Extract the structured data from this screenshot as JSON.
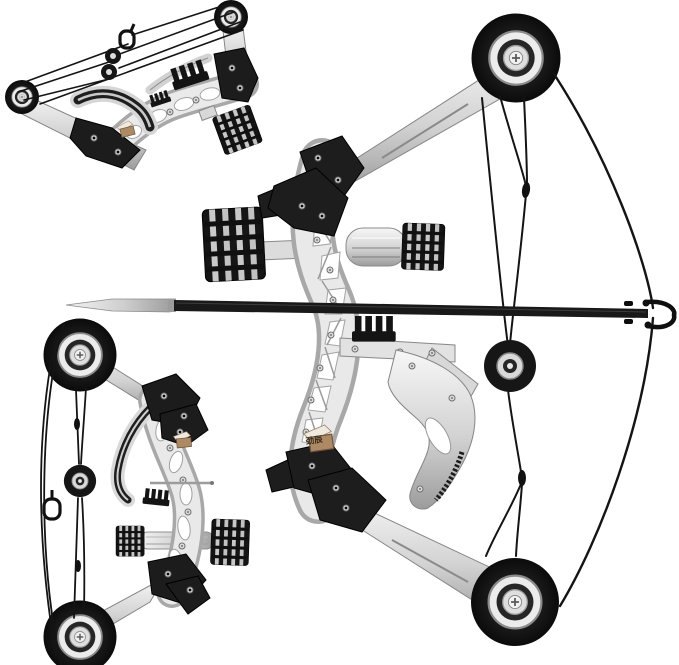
{
  "scene": {
    "type": "product-photo",
    "background_color": "#ffffff",
    "subject": "Mini compound pulley bow shown in three views with a nocked arrow",
    "views": [
      {
        "id": "angled-top-view",
        "position": "top-left",
        "description": "bow lying flat, seen from above at an angle"
      },
      {
        "id": "upright-profile-view",
        "position": "bottom-left",
        "description": "bow standing upright, cams and string facing left"
      },
      {
        "id": "main-front-view",
        "position": "right",
        "description": "large bow upright with arrow nocked on the string and D-loop at the nock"
      }
    ]
  },
  "brand_tag": {
    "text": "劲辰",
    "plate_color": "#ad8a64"
  },
  "arrow": {
    "tip": "silver field point",
    "shaft": "black",
    "nock": "D-loop on string"
  },
  "palette": {
    "metal_light": "#f2f2f2",
    "metal_mid": "#d7d7d7",
    "metal_dark": "#8e8e8e",
    "black_hardware": "#1a1a1a",
    "string_black": "#141414",
    "bronze_tag": "#ad8a64",
    "background": "#ffffff"
  }
}
